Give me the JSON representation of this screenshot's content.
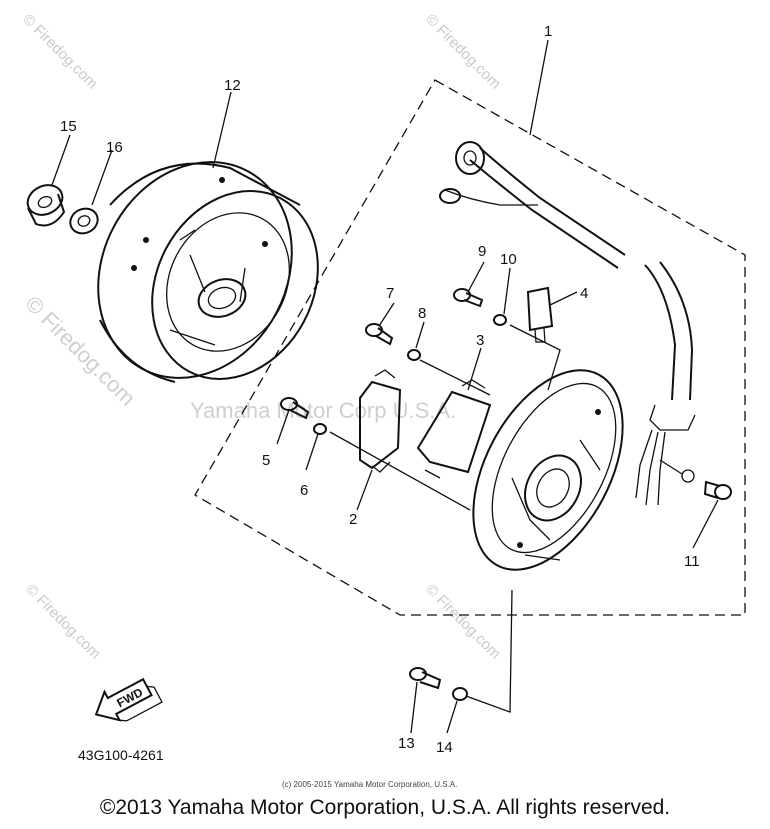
{
  "watermarks": {
    "firedog": "© Firedog.com",
    "center": "Yamaha Motor Corp U.S.A."
  },
  "callouts": {
    "p1": "1",
    "p2": "2",
    "p3": "3",
    "p4": "4",
    "p5": "5",
    "p6": "6",
    "p7": "7",
    "p8": "8",
    "p9": "9",
    "p10": "10",
    "p11": "11",
    "p12": "12",
    "p13": "13",
    "p14": "14",
    "p15": "15",
    "p16": "16"
  },
  "fwd_label": "FWD",
  "diagram_code": "43G100-4261",
  "copyright_small": "(c) 2005-2015 Yamaha Motor Corporation, U.S.A.",
  "copyright_main": "©2013 Yamaha Motor Corporation, U.S.A. All rights reserved."
}
